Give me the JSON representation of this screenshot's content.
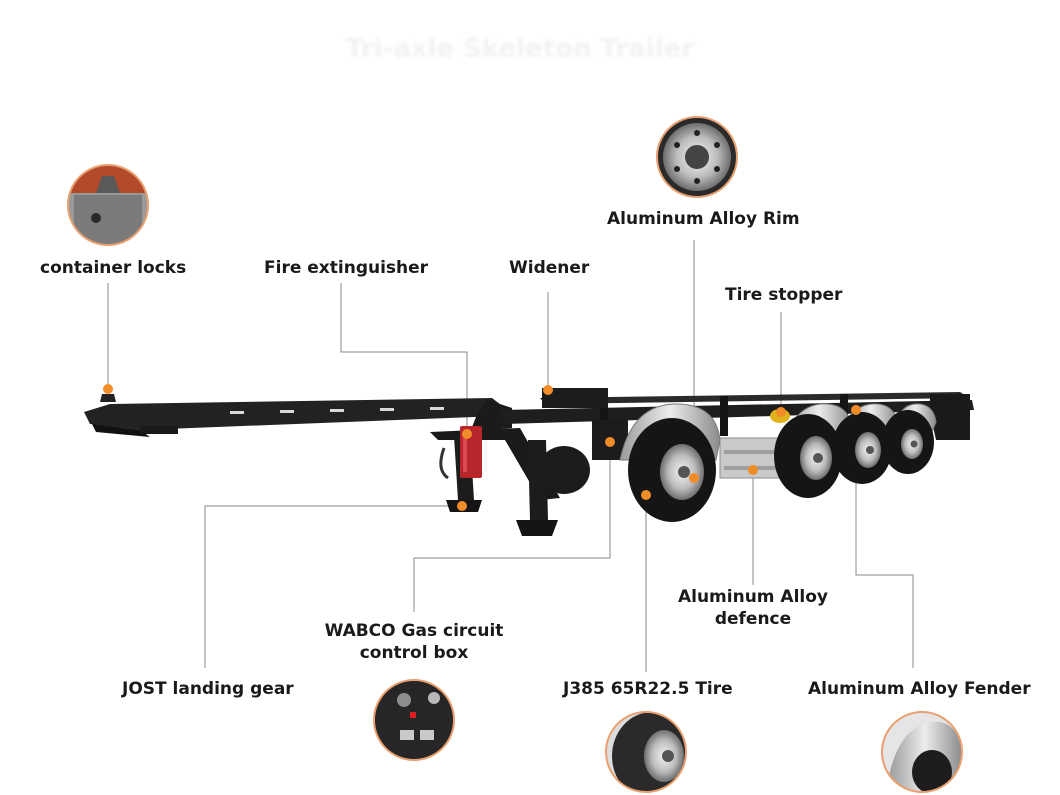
{
  "title": "Tri-axle Skeleton Trailer",
  "colors": {
    "accent": "#f28c28",
    "frame": "#1e1e1e",
    "leader": "#8a8a8a",
    "aluminum": "#c8c8c8",
    "extinguisher": "#b8262b"
  },
  "callouts": {
    "container_locks": "container locks",
    "fire_extinguisher": "Fire extinguisher",
    "widener": "Widener",
    "rim": "Aluminum Alloy Rim",
    "tire_stopper": "Tire stopper",
    "jost": "JOST landing gear",
    "wabco_line1": "WABCO Gas circuit",
    "wabco_line2": "control box",
    "tire": "J385 65R22.5 Tire",
    "defence_line1": "Aluminum Alloy",
    "defence_line2": "defence",
    "fender": "Aluminum Alloy Fender"
  },
  "thumbnails": [
    {
      "name": "container-lock-photo",
      "subject": "container locks"
    },
    {
      "name": "rim-photo",
      "subject": "Aluminum Alloy Rim"
    },
    {
      "name": "wabco-box-photo",
      "subject": "WABCO Gas circuit control box"
    },
    {
      "name": "tire-photo",
      "subject": "J385 65R22.5 Tire"
    },
    {
      "name": "fender-photo",
      "subject": "Aluminum Alloy Fender"
    }
  ]
}
